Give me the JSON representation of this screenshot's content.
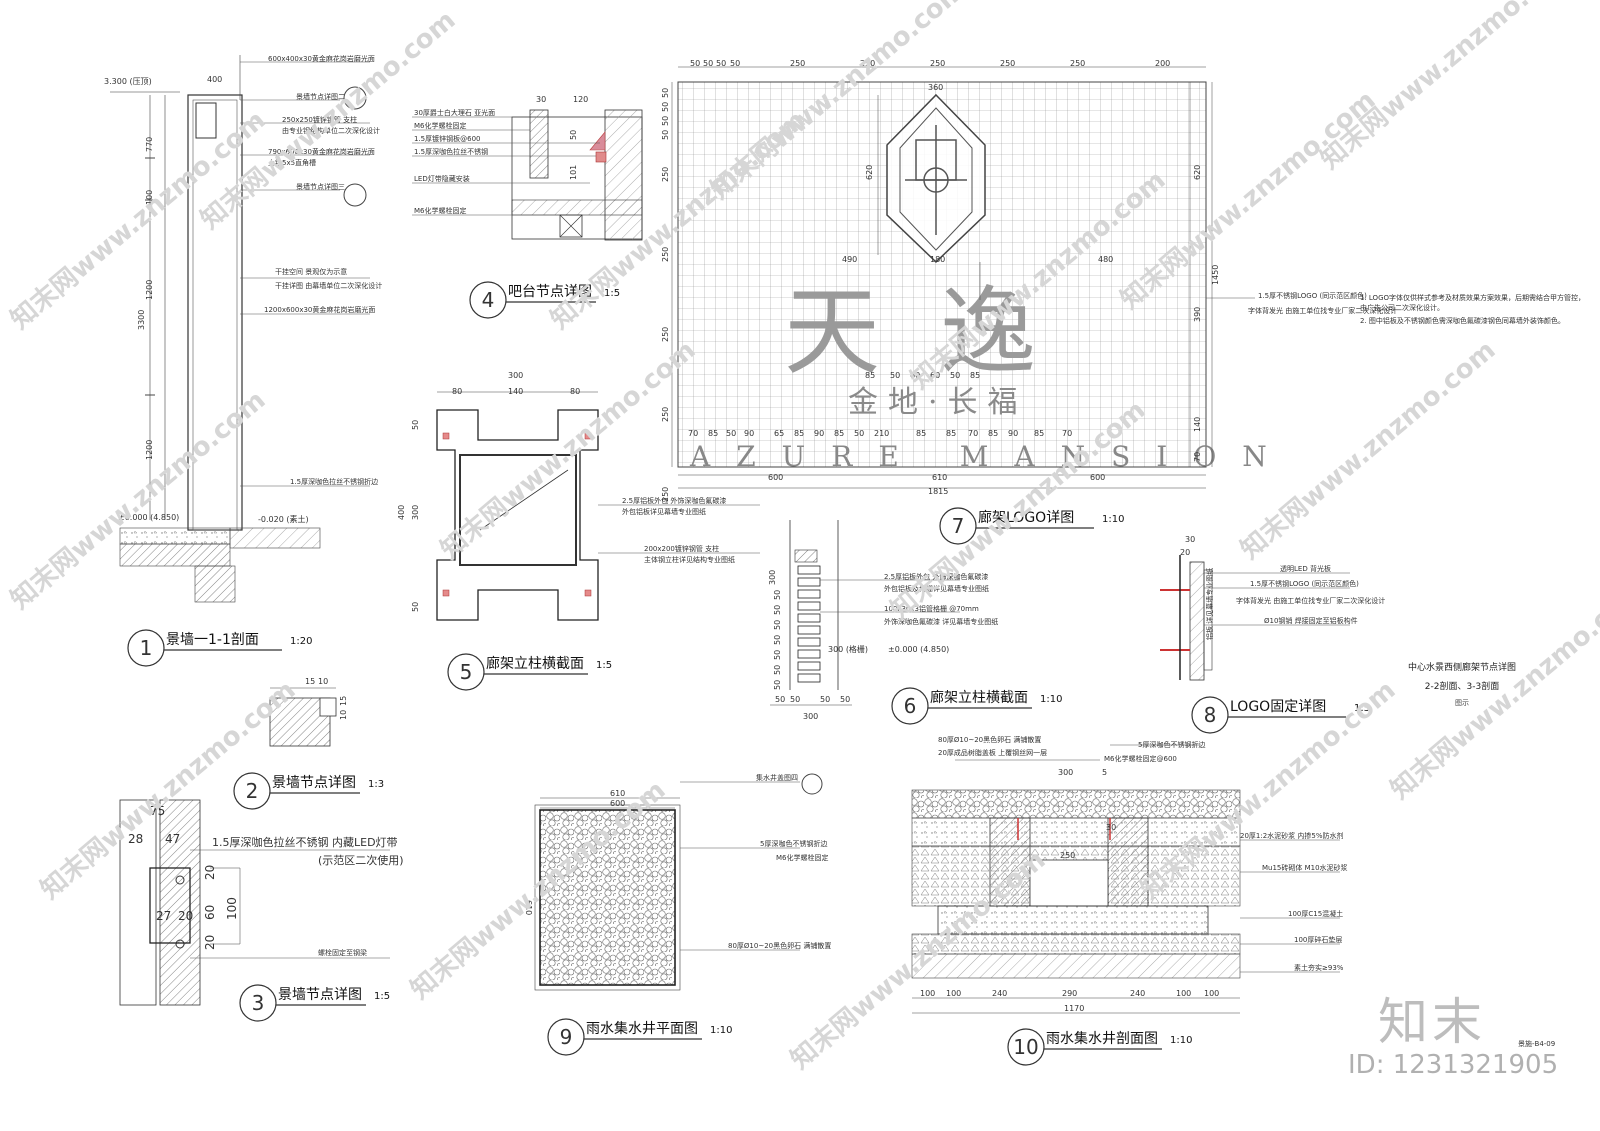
{
  "sheet": {
    "drawing_title": "中心水景西侧廊架节点详图",
    "drawing_subtitle": "2-2剖面、3-3剖面",
    "sheet_code": "景施-B4-09",
    "figure_note": "图示"
  },
  "watermark": {
    "logo_text": "知末",
    "id_text": "ID: 1231321905",
    "tile_text": "知末网www.znzmo.com"
  },
  "details": [
    {
      "num": "1",
      "title": "景墙一1-1剖面",
      "scale": "1:20"
    },
    {
      "num": "2",
      "title": "景墙节点详图",
      "scale": "1:3"
    },
    {
      "num": "3",
      "title": "景墙节点详图",
      "scale": "1:5"
    },
    {
      "num": "4",
      "title": "吧台节点详图",
      "scale": "1:5"
    },
    {
      "num": "5",
      "title": "廊架立柱横截面",
      "scale": "1:5"
    },
    {
      "num": "6",
      "title": "廊架立柱横截面",
      "scale": "1:10"
    },
    {
      "num": "7",
      "title": "廊架LOGO详图",
      "scale": "1:10"
    },
    {
      "num": "8",
      "title": "LOGO固定详图",
      "scale": "1:5"
    },
    {
      "num": "9",
      "title": "雨水集水井平面图",
      "scale": "1:10"
    },
    {
      "num": "10",
      "title": "雨水集水井剖面图",
      "scale": "1:10"
    }
  ],
  "d1": {
    "notes": [
      "600x400x30黄金麻花岗岩磨光面",
      "景墙节点详图二",
      "250x250镀锌钢管 支柱",
      "由专业钢结构单位二次深化设计",
      "790x600x30黄金麻花岗岩磨光面",
      "上铣5x5直角槽",
      "景墙节点详图三",
      "干挂空间 景观仅为示意",
      "干挂详图 由幕墙单位二次深化设计",
      "1200x600x30黄金麻花岗岩磨光面",
      "1.5厚深咖色拉丝不锈钢折边"
    ],
    "dims": [
      "400",
      "770",
      "1200",
      "3300",
      "1200",
      "100"
    ],
    "levels": [
      "3.300 (压顶)",
      "±0.000 (4.850)",
      "-0.020 (素土)"
    ]
  },
  "d2": {
    "dims": [
      "15",
      "10",
      "15",
      "10"
    ]
  },
  "d3": {
    "notes": [
      "1.5厚深咖色拉丝不锈钢 内藏LED灯带",
      "(示范区二次使用)",
      "螺栓固定至钢梁"
    ],
    "dims": [
      "75",
      "28",
      "47",
      "20",
      "27",
      "20",
      "60",
      "100",
      "20"
    ]
  },
  "d4": {
    "notes": [
      "30厚爵士白大理石 亚光面",
      "M6化学螺栓固定",
      "1.5厚镀锌钢板@600",
      "1.5厚深咖色拉丝不锈钢",
      "LED灯带隐藏安装",
      "M6化学螺栓固定"
    ],
    "dims": [
      "30",
      "120",
      "50",
      "101"
    ]
  },
  "d5": {
    "notes": [
      "2.5厚铝板外包 外饰深咖色氟碳漆",
      "外包铝板详见幕墙专业图纸",
      "200x200镀锌钢管 支柱",
      "主体钢立柱详见结构专业图纸"
    ],
    "dims": [
      "300",
      "80",
      "140",
      "80",
      "400",
      "50",
      "300",
      "50"
    ]
  },
  "d6": {
    "notes": [
      "2.5厚铝板外包 外饰深咖色氟碳漆",
      "外包铝板及格栅详见幕墙专业图纸",
      "100x30x3铝管格栅 @70mm",
      "外饰深咖色氟碳漆 详见幕墙专业图纸"
    ],
    "dims": [
      "50",
      "50",
      "50",
      "50",
      "300",
      "50",
      "50",
      "50",
      "50",
      "50",
      "50",
      "50",
      "300"
    ],
    "levels": [
      "300 (格栅)",
      "±0.000 (4.850)"
    ]
  },
  "d7": {
    "logo_main": "天逸",
    "logo_sub": "金地·长福",
    "logo_en": "AZURE MANSION",
    "notes": [
      "1.5厚不锈钢LOGO (同示范区颜色)",
      "字体背发光 由施工单位找专业厂家二次深化设计"
    ],
    "remarks": [
      "1. LOGO字体仅供样式参考及材质效果方案效果，后期需结合甲方管控，",
      "   由广告公司二次深化设计。",
      "2. 图中铝板及不锈钢颜色需深咖色氟碳漆钢色同幕墙外装饰颜色。"
    ],
    "top_dims": [
      "50",
      "50",
      "50",
      "50",
      "250",
      "250",
      "250",
      "250",
      "250",
      "200"
    ],
    "mid_dims": [
      "360",
      "620",
      "490",
      "180",
      "480"
    ],
    "bottom_dims": [
      "70",
      "85",
      "50",
      "90",
      "65",
      "85",
      "90",
      "85",
      "50",
      "210",
      "85",
      "85",
      "70",
      "85",
      "90",
      "85",
      "70"
    ],
    "total_dims": [
      "600",
      "610",
      "600",
      "1815"
    ],
    "left_dims": [
      "50",
      "50",
      "50",
      "50",
      "250",
      "250",
      "250",
      "250",
      "250"
    ],
    "right_dims": [
      "620",
      "1450",
      "390",
      "140",
      "70"
    ],
    "sub_dims": [
      "85",
      "50",
      "60",
      "60",
      "50",
      "85"
    ]
  },
  "d8": {
    "notes": [
      "透明LED 背光板",
      "1.5厚不锈钢LOGO (同示范区颜色)",
      "字体背发光 由施工单位找专业厂家二次深化设计",
      "Ø10钢销 焊接固定至铝板构件",
      "铝板 详见幕墙专业图纸"
    ],
    "dims": [
      "30",
      "20"
    ]
  },
  "d9": {
    "notes": [
      "集水井盖图四",
      "5厚深咖色不锈钢折边",
      "M6化学螺栓固定",
      "80厚Ø10~20黑色卵石 满铺散置"
    ],
    "dims": [
      "610",
      "600",
      "610"
    ]
  },
  "d10": {
    "notes": [
      "80厚Ø10~20黑色卵石 满铺散置",
      "20厚成品树脂盖板 上覆钢丝网一层",
      "5厚深咖色不锈钢折边",
      "M6化学螺栓固定@600",
      "20厚1:2水泥砂浆 内掺5%防水剂",
      "Mu15砖砌体 M10水泥砂浆",
      "100厚C15混凝土",
      "100厚碎石垫层",
      "素土夯实≥93%"
    ],
    "dims": [
      "300",
      "5",
      "250",
      "100",
      "100",
      "240",
      "290",
      "240",
      "100",
      "100",
      "1170",
      "30"
    ]
  }
}
